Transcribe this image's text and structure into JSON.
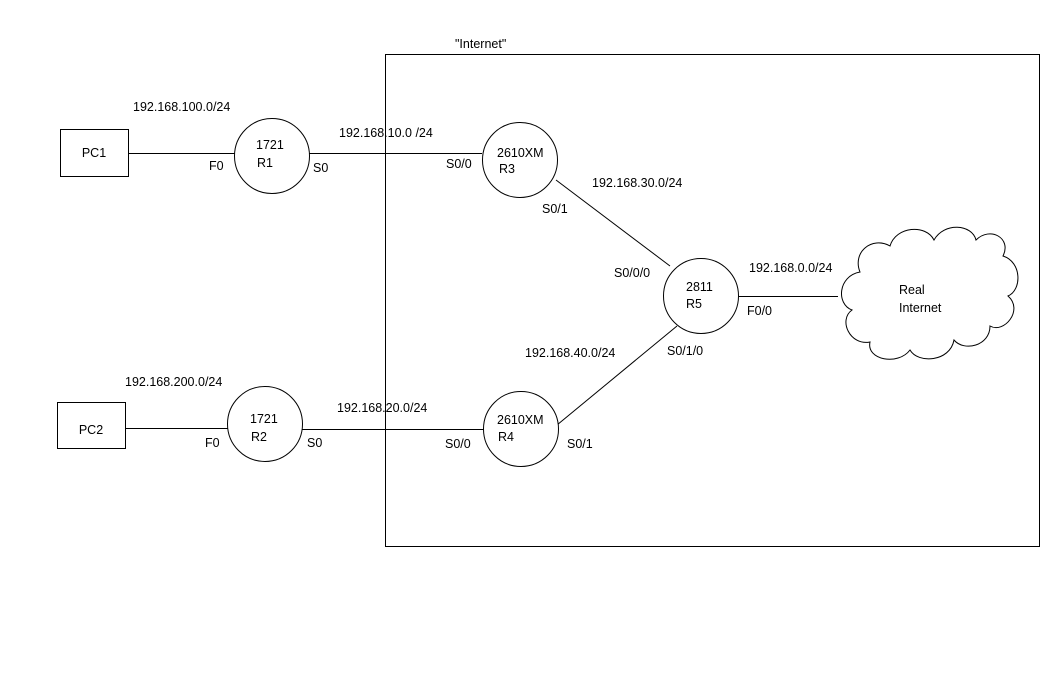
{
  "region": {
    "label": "\"Internet\""
  },
  "pcs": [
    {
      "id": "pc1",
      "label": "PC1"
    },
    {
      "id": "pc2",
      "label": "PC2"
    }
  ],
  "routers": [
    {
      "id": "r1",
      "model": "1721",
      "name": "R1"
    },
    {
      "id": "r2",
      "model": "1721",
      "name": "R2"
    },
    {
      "id": "r3",
      "model": "2610XM",
      "name": "R3"
    },
    {
      "id": "r4",
      "model": "2610XM",
      "name": "R4"
    },
    {
      "id": "r5",
      "model": "2811",
      "name": "R5"
    }
  ],
  "cloud": {
    "line1": "Real",
    "line2": "Internet"
  },
  "networks": {
    "pc1_r1": "192.168.100.0/24",
    "pc2_r2": "192.168.200.0/24",
    "r1_r3": "192.168.10.0 /24",
    "r2_r4": "192.168.20.0/24",
    "r3_r5": "192.168.30.0/24",
    "r4_r5": "192.168.40.0/24",
    "r5_cloud": "192.168.0.0/24"
  },
  "interfaces": {
    "r1_f0": "F0",
    "r1_s0": "S0",
    "r2_f0": "F0",
    "r2_s0": "S0",
    "r3_s00": "S0/0",
    "r3_s01": "S0/1",
    "r4_s00": "S0/0",
    "r4_s01": "S0/1",
    "r5_s000": "S0/0/0",
    "r5_s010": "S0/1/0",
    "r5_f00": "F0/0"
  }
}
